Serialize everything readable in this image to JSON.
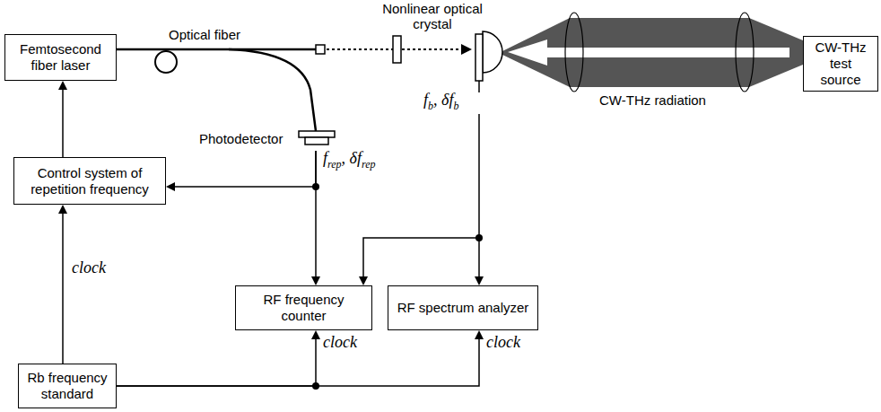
{
  "diagram": {
    "nodes": [
      {
        "text": [
          "Femtosecond fiber laser"
        ]
      },
      {
        "text": [
          "Photodetector"
        ]
      },
      {
        "text": [
          "CW-THz test source"
        ]
      },
      {
        "text": [
          "Control system of repetition frequency"
        ]
      },
      {
        "text": [
          "RF frequency counter"
        ]
      },
      {
        "text": [
          "RF spectrum analyzer"
        ]
      },
      {
        "text": [
          "Rb frequency standard"
        ]
      }
    ],
    "edges": [
      {
        "from": 3,
        "to": 0,
        "arrow": "to"
      },
      {
        "from": 1,
        "to": 3,
        "arrow": "to"
      },
      {
        "from": 1,
        "to": 4,
        "arrow": "to"
      },
      {
        "from": 6,
        "to": 3,
        "arrow": "to",
        "label": "clock"
      },
      {
        "from": 6,
        "to": 4,
        "arrow": "to",
        "label": "clock"
      },
      {
        "from": 6,
        "to": 5,
        "arrow": "to",
        "label": "clock"
      }
    ],
    "labels": [
      "Optical fiber",
      "Nonlinear optical crystal",
      "CW-THz radiation",
      "frep, δfrep",
      "fb, δfb"
    ]
  }
}
